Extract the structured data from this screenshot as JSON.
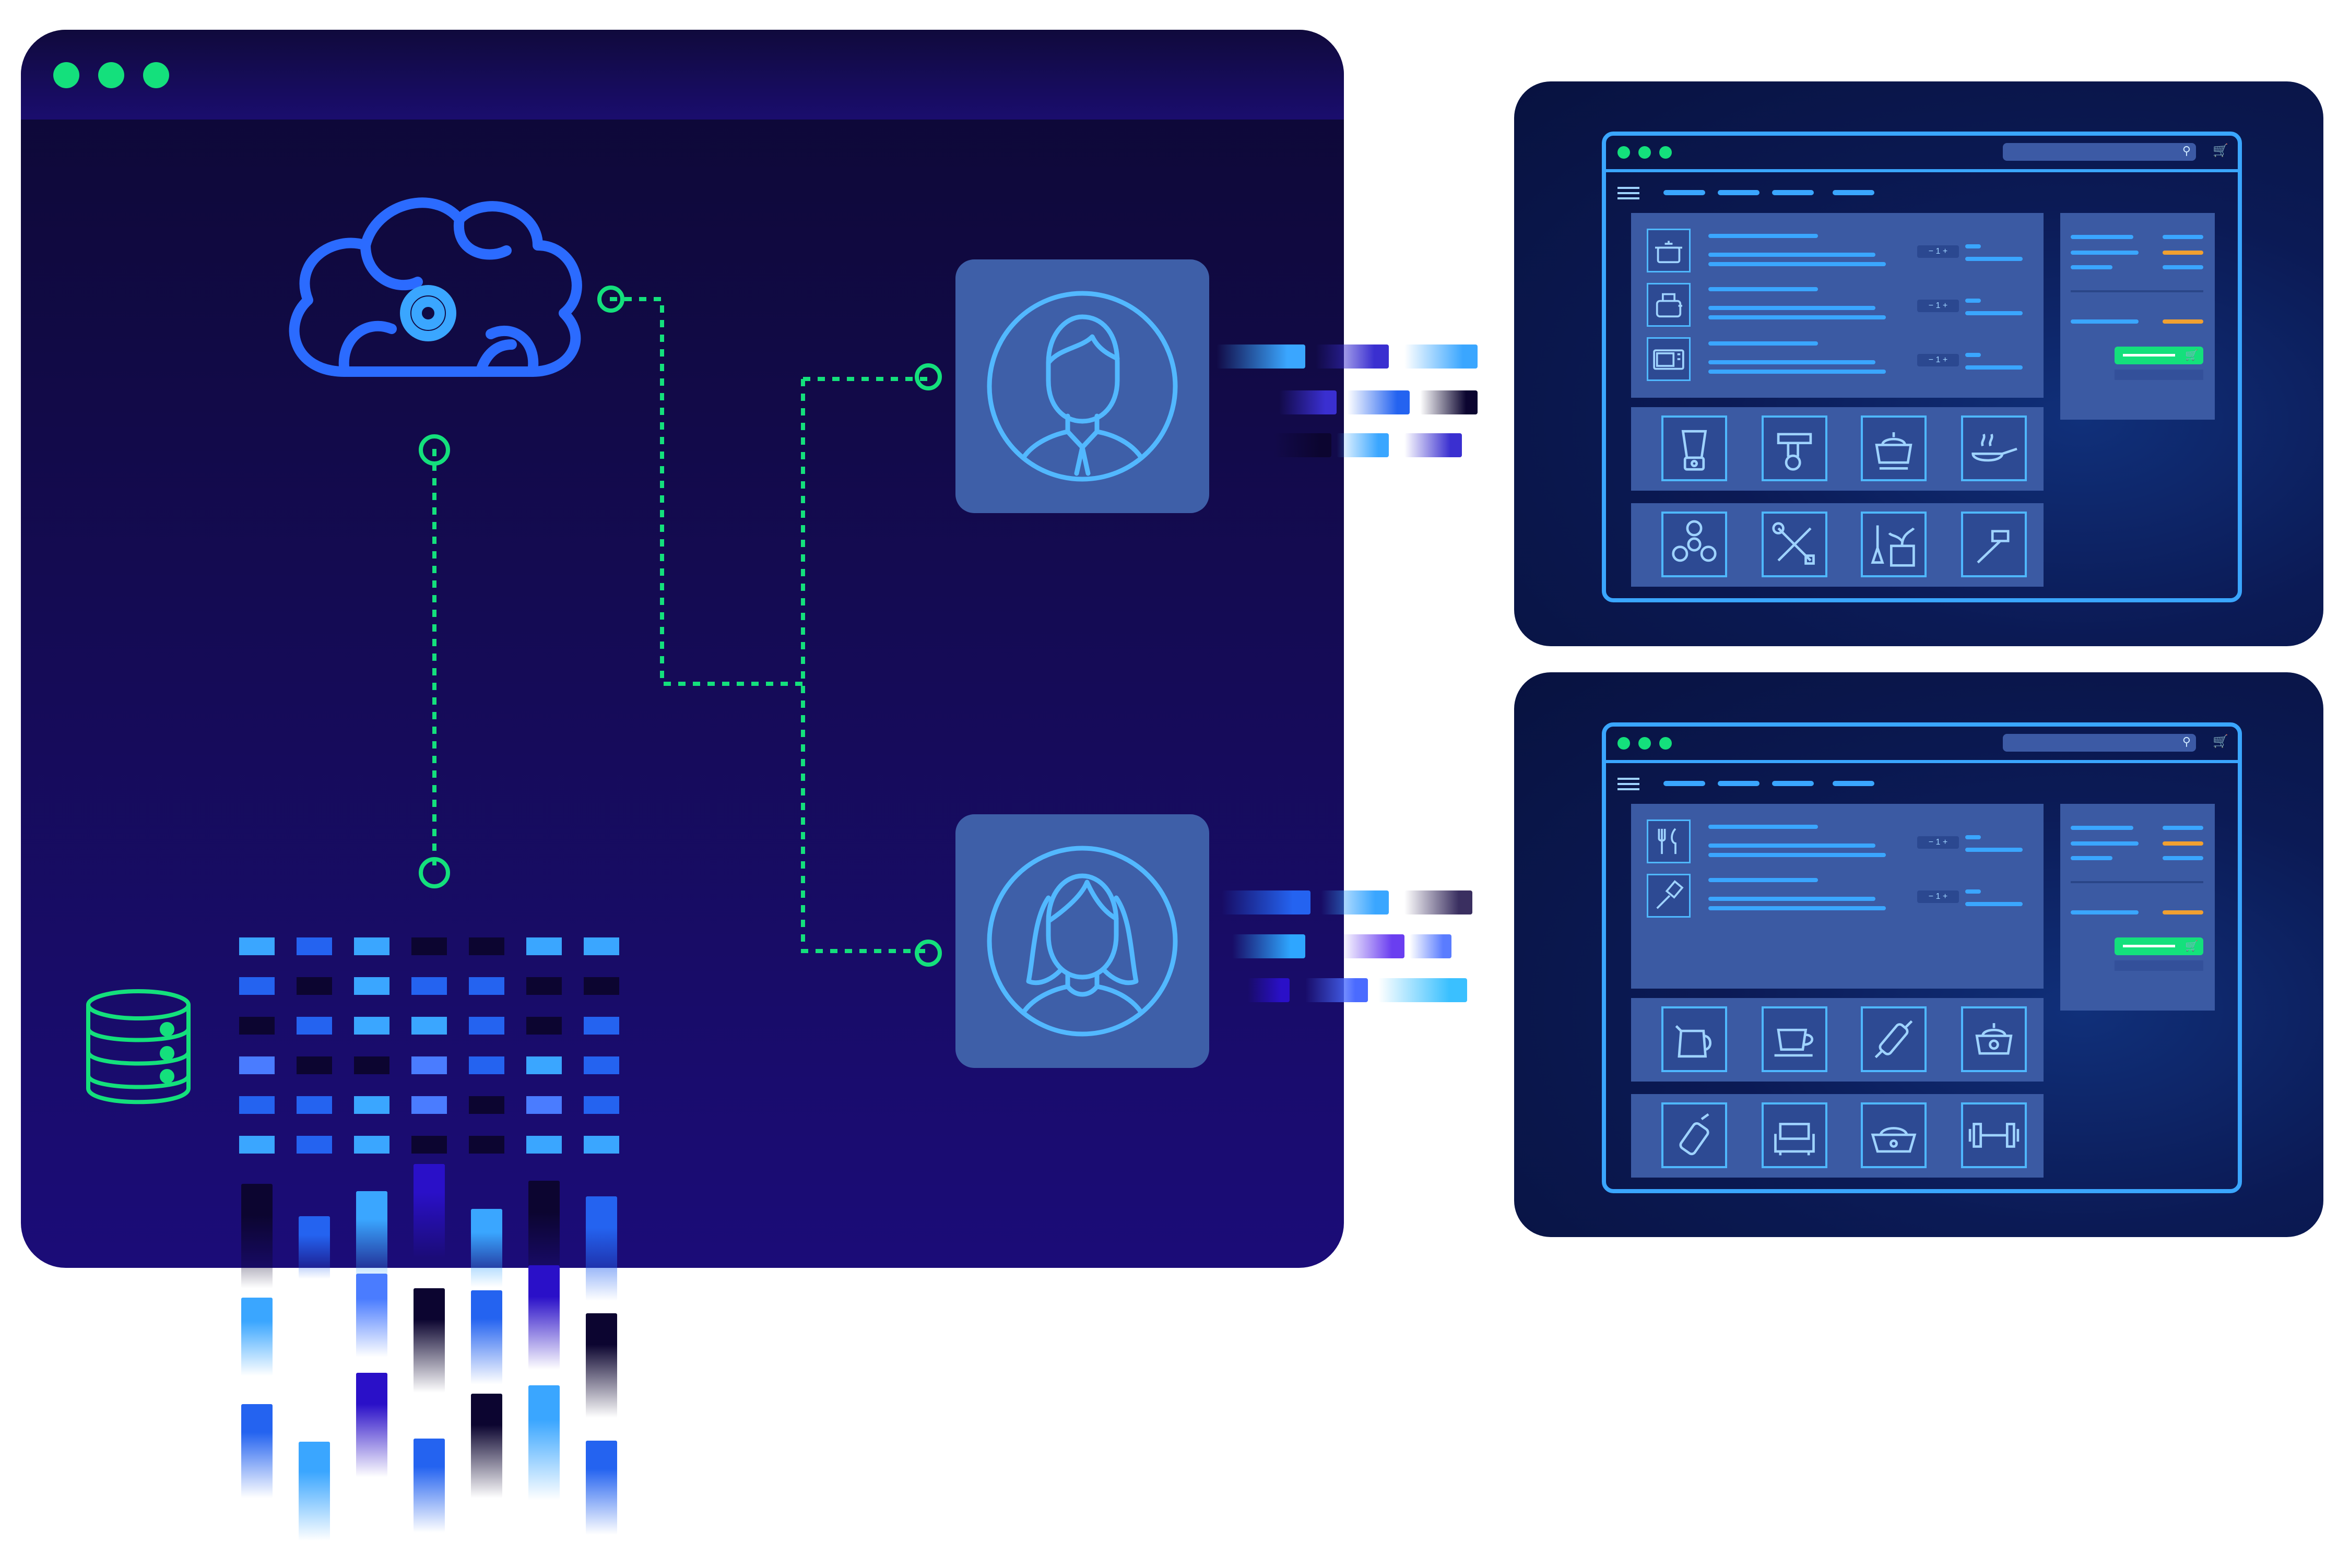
{
  "colors": {
    "accent_green": "#14e07c",
    "accent_blue": "#3aa6ff",
    "window_bg": "#140b52",
    "tile_bg": "#3e5fa8",
    "price_orange": "#f0a030"
  },
  "main_window": {
    "controls": [
      "window-dot",
      "window-dot",
      "window-dot"
    ],
    "nodes": [
      "cloud-brain-icon",
      "database-icon",
      "man-avatar-icon",
      "woman-avatar-icon"
    ]
  },
  "store_top": {
    "quantities": [
      "1",
      "1",
      "1"
    ],
    "row_icons": [
      "cooking-pot-icon",
      "toaster-icon",
      "microwave-icon"
    ],
    "category_row_1": [
      "blender-icon",
      "hand-mixer-icon",
      "steamer-icon",
      "frying-pan-icon"
    ],
    "category_row_2": [
      "fidget-spinner-icon",
      "wrench-screwdriver-icon",
      "garden-tools-icon",
      "hammer-icon"
    ]
  },
  "store_bottom": {
    "quantities": [
      "1",
      "1"
    ],
    "row_icons": [
      "cutlery-icon",
      "spatula-icon"
    ],
    "category_row_1": [
      "kettle-icon",
      "teacup-icon",
      "rolling-pin-icon",
      "pot-icon"
    ],
    "category_row_2": [
      "baby-bottle-icon",
      "armchair-icon",
      "pet-bowl-icon",
      "dumbbell-icon"
    ]
  }
}
